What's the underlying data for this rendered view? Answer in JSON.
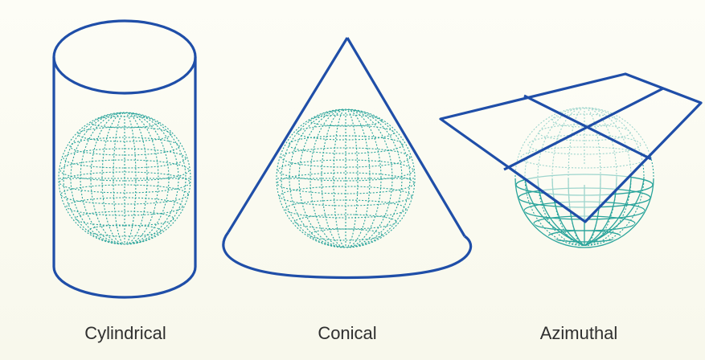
{
  "colors": {
    "outline": "#1f4ea8",
    "globe": "#2aa49b",
    "background": "#fcfcf3",
    "label_text": "#2f2f2f"
  },
  "projections": [
    {
      "name": "cylindrical",
      "label": "Cylindrical"
    },
    {
      "name": "conical",
      "label": "Conical"
    },
    {
      "name": "azimuthal",
      "label": "Azimuthal"
    }
  ]
}
